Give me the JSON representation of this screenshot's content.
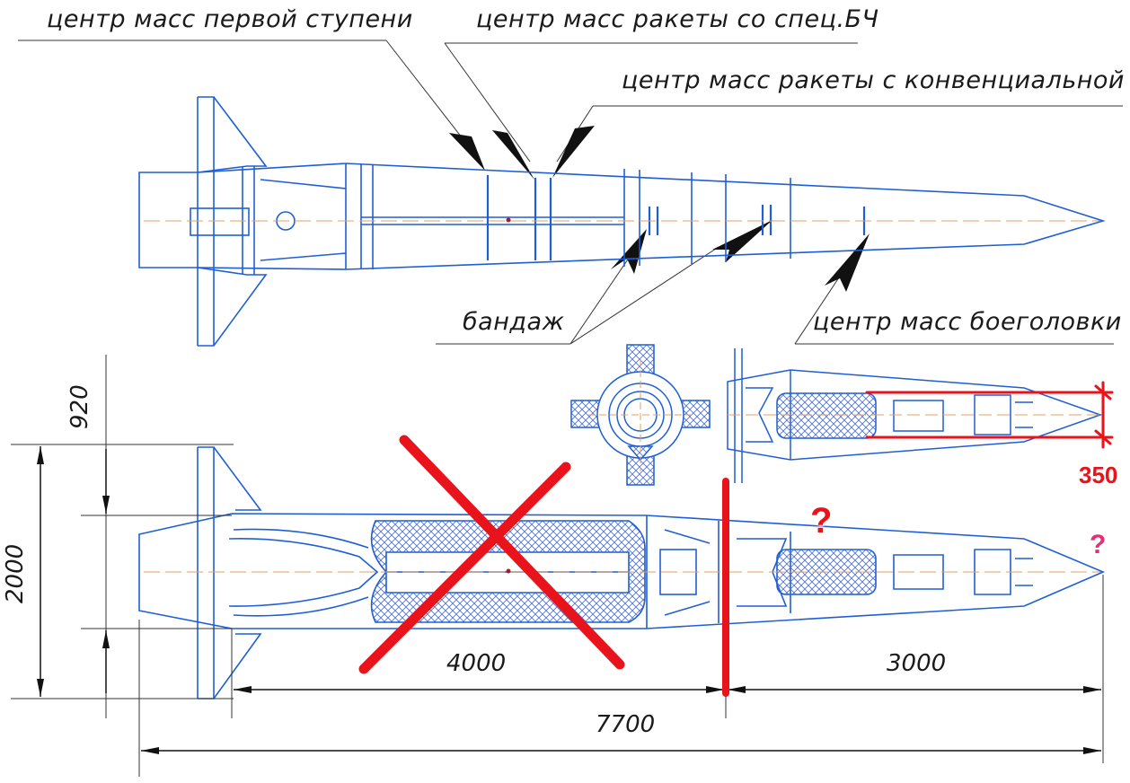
{
  "labels": {
    "cm_first_stage": "центр масс первой ступени",
    "cm_rocket_special": "центр масс ракеты со спец.БЧ",
    "cm_rocket_conventional": "центр масс ракеты с конвенциальной БЧ",
    "bandage": "бандаж",
    "cm_warhead": "центр масс боеголовки"
  },
  "dimensions": {
    "d920": "920",
    "d2000": "2000",
    "d4000": "4000",
    "d3000": "3000",
    "d7700": "7700",
    "d350": "350"
  },
  "annotations": {
    "question_1": "?",
    "question_2": "?"
  },
  "colors": {
    "drawing": "#1f5fd6",
    "annotation": "#e8131b",
    "ink": "#111111"
  }
}
